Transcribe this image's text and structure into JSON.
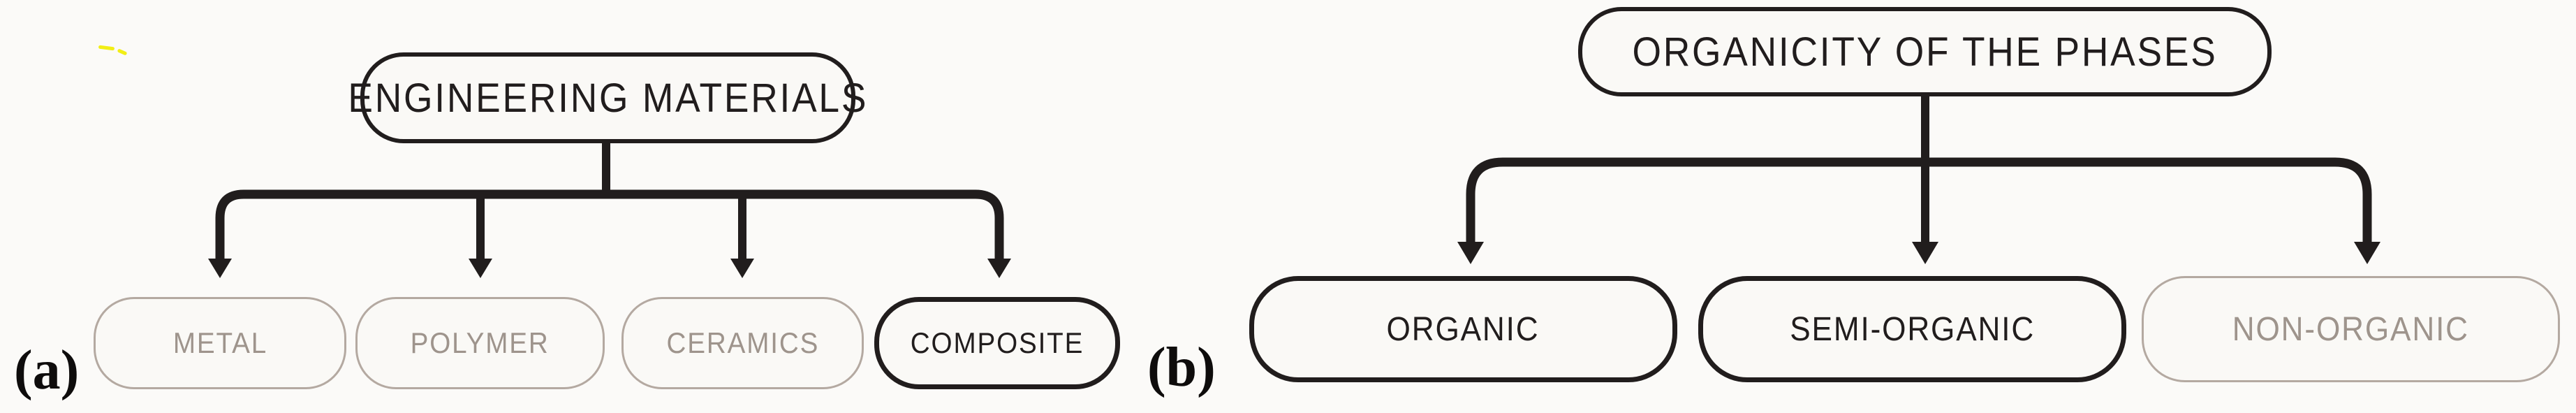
{
  "colors": {
    "ink": "#211d1d",
    "muted_border": "#b4a9a1",
    "muted_text": "#9e948c",
    "bg": "#fbfaf8",
    "box_fill": "#faf9f6",
    "artifact_yellow": "#f2ee15"
  },
  "panels": [
    {
      "id": "a",
      "label": "(a)",
      "root": "ENGINEERING MATERIALS",
      "children": [
        {
          "label": "METAL",
          "emphasized": false
        },
        {
          "label": "POLYMER",
          "emphasized": false
        },
        {
          "label": "CERAMICS",
          "emphasized": false
        },
        {
          "label": "COMPOSITE",
          "emphasized": true
        }
      ]
    },
    {
      "id": "b",
      "label": "(b)",
      "root": "ORGANICITY OF THE PHASES",
      "children": [
        {
          "label": "ORGANIC",
          "emphasized": true
        },
        {
          "label": "SEMI-ORGANIC",
          "emphasized": true
        },
        {
          "label": "NON-ORGANIC",
          "emphasized": false
        }
      ]
    }
  ]
}
